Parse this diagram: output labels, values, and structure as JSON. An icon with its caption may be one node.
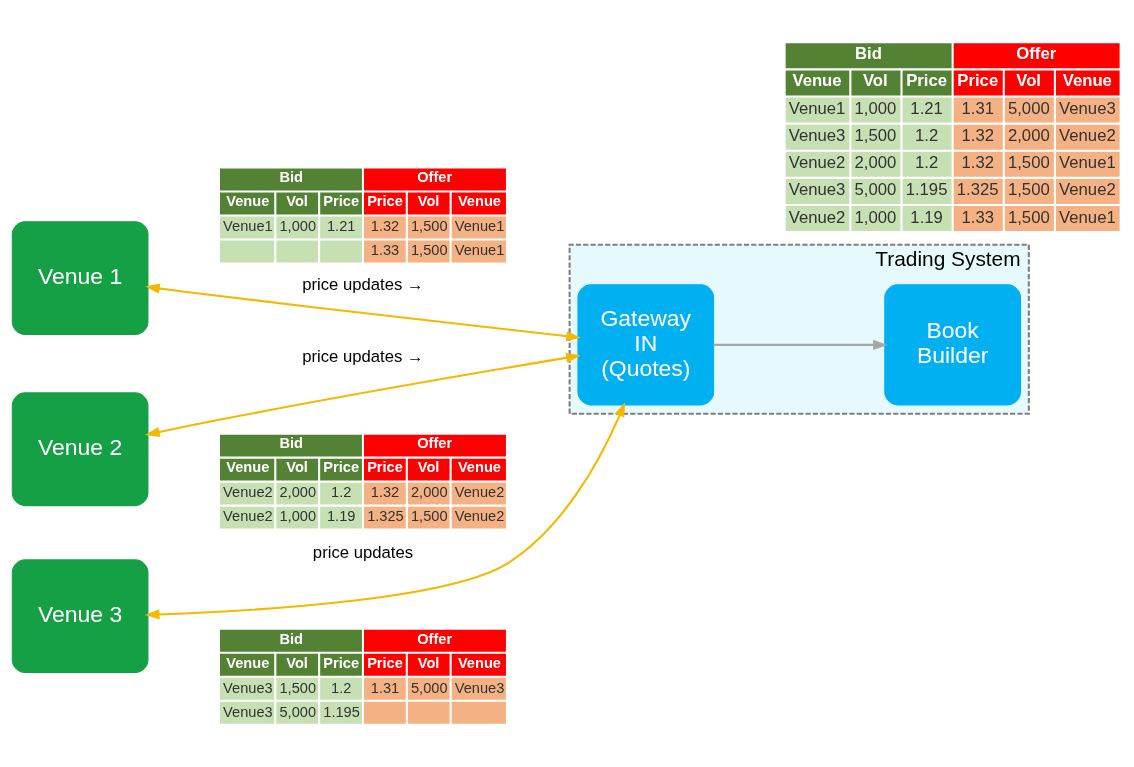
{
  "diagram": {
    "nodes": [
      {
        "text": [
          "Bid",
          "Offer",
          "Venue",
          "Vol",
          "Price",
          "Price",
          "Vol",
          "Venue",
          "Venue1",
          "1,000",
          "1.21",
          "1.32",
          "1,500",
          "Venue1",
          "1.33",
          "1,500",
          "Venue1"
        ]
      },
      {
        "text": [
          "Venue 1"
        ]
      },
      {
        "text": [
          "Trading System"
        ]
      },
      {
        "text": [
          "Gateway IN (Quotes)"
        ],
        "in": 2
      },
      {
        "text": [
          "Venue 2"
        ]
      },
      {
        "text": [
          "Bid",
          "Offer",
          "Venue",
          "Vol",
          "Price",
          "Price",
          "Vol",
          "Venue",
          "Venue2",
          "2,000",
          "1.2",
          "1.32",
          "2,000",
          "Venue2",
          "Venue2",
          "1,000",
          "1.19",
          "1.325",
          "1,500",
          "Venue2"
        ]
      },
      {
        "text": [
          "Book Builder"
        ],
        "in": 2
      },
      {
        "text": [
          "Venue 3"
        ]
      },
      {
        "text": [
          "Bid",
          "Offer",
          "Venue",
          "Vol",
          "Price",
          "Price",
          "Vol",
          "Venue",
          "Venue3",
          "1,500",
          "1.2",
          "1.31",
          "5,000",
          "Venue3",
          "Venue3",
          "5,000",
          "1.195"
        ]
      },
      {
        "text": [
          "Bid",
          "Offer",
          "Venue",
          "Vol",
          "Price",
          "Price",
          "Vol",
          "Venue",
          "Venue1",
          "1,000",
          "1.21",
          "1.31",
          "5,000",
          "Venue3",
          "Venue3",
          "1,500",
          "1.2",
          "1.32",
          "2,000",
          "Venue2",
          "Venue2",
          "2,000",
          "1.2",
          "1.32",
          "1,500",
          "Venue1",
          "Venue3",
          "5,000",
          "1.195",
          "1.325",
          "1,500",
          "Venue2",
          "Venue2",
          "1,000",
          "1.19",
          "1.33",
          "1,500",
          "Venue1"
        ]
      }
    ],
    "edges": [
      {
        "from": 1,
        "to": 3,
        "arrow": "both",
        "label": "price updates →"
      },
      {
        "from": 4,
        "to": 3,
        "arrow": "both",
        "label": "price updates →"
      },
      {
        "from": 7,
        "to": 3,
        "arrow": "both",
        "label": "price updates"
      },
      {
        "from": 3,
        "to": 6,
        "arrow": "to",
        "color": "#a6a6a6"
      }
    ]
  }
}
